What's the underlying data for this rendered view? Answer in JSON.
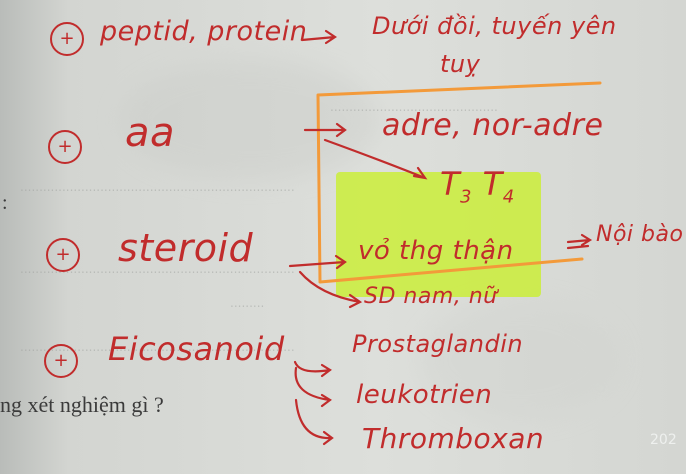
{
  "printed": {
    "question_text": "ng xét nghiệm gì ?",
    "colon": ":",
    "corner_year": "202"
  },
  "notes": {
    "peptide_plus": "+",
    "peptide_label": "peptid, protein",
    "peptide_result_line1": "Dưới đồi, tuyến yên",
    "peptide_result_line2": "tuỵ",
    "aa_plus": "+",
    "aa_label": "aa",
    "aa_result": "adre, nor-adre",
    "t3t4_T": "T",
    "t3t4_3": "3",
    "t3t4_T2": "T",
    "t3t4_4": "4",
    "steroid_plus": "+",
    "steroid_label": "steroid",
    "steroid_result1": "vỏ thg thận",
    "steroid_result2": "SD nam, nữ",
    "steroid_note": "Nội bào",
    "eicos_plus": "+",
    "eicos_label": "Eicosanoid",
    "eicos_item1": "Prostaglandin",
    "eicos_item2": "leukotrien",
    "eicos_item3": "Thromboxan"
  },
  "colors": {
    "ink": "#c12c2c",
    "highlight": "#c9ef2a",
    "box": "#f39a3a"
  }
}
